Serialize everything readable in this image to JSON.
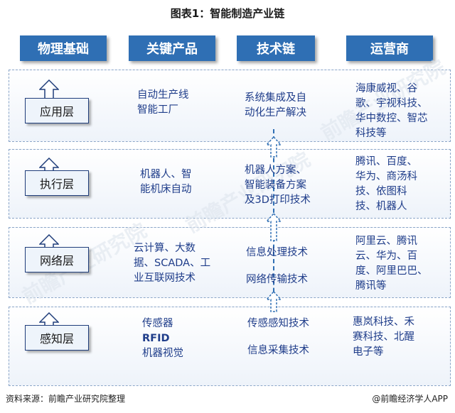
{
  "title": "图表1：智能制造产业链",
  "headers": [
    "物理基础",
    "关键产品",
    "技术链",
    "运营商"
  ],
  "rows": [
    {
      "layer": "应用层",
      "products": [
        "自动生产线",
        "智能工厂"
      ],
      "tech": [
        "系统集成及自",
        "动化生产解决"
      ],
      "operators": [
        "海康威视、谷",
        "歌、宇视科技、",
        "华中数控、智芯",
        "科技等"
      ]
    },
    {
      "layer": "执行层",
      "products": [
        "机器人、智",
        "能机床自动"
      ],
      "tech": [
        "机器人方案、",
        "智能装备方案",
        "及3D打印技术"
      ],
      "operators": [
        "腾讯、百度、",
        "华为、商汤科",
        "技、依图科",
        "技、机器人"
      ]
    },
    {
      "layer": "网络层",
      "products": [
        "云计算、大数",
        "据、SCADA、工",
        "业互联网技术"
      ],
      "tech": [
        "信息处理技术",
        "网络传输技术"
      ],
      "operators": [
        "阿里云、腾讯",
        "云、华为、百",
        "度、阿里巴巴、",
        "腾讯等"
      ]
    },
    {
      "layer": "感知层",
      "products": [
        "传感器",
        "RFID",
        "机器视觉"
      ],
      "tech": [
        "传感感知技术",
        "信息采集技术"
      ],
      "operators": [
        "惠岚科技、禾",
        "赛科技、北醒",
        "电子等"
      ]
    }
  ],
  "footer": {
    "source": "资料来源：前瞻产业研究院整理",
    "brand": "@前瞻经济学人APP"
  }
}
